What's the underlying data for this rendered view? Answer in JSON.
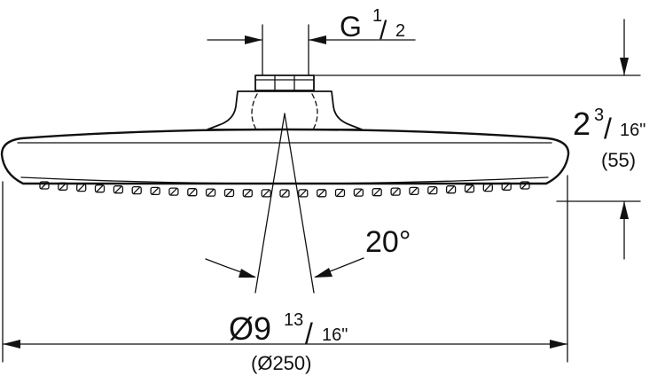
{
  "labels": {
    "thread_prefix": "G",
    "thread_num": "1",
    "thread_den": "2",
    "height_whole": "2",
    "height_num": "3",
    "height_den": "16\"",
    "height_mm": "(55)",
    "angle": "20°",
    "diam_whole": "Ø9",
    "diam_num": "13",
    "diam_den": "16\"",
    "diam_mm": "(Ø250)"
  }
}
